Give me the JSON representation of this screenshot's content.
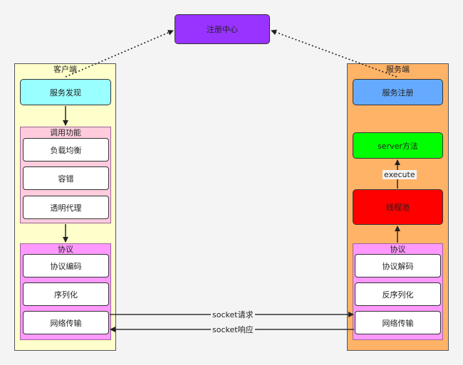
{
  "registry": {
    "label": "注册中心",
    "color": "#9933ff"
  },
  "client": {
    "label": "客户端",
    "discovery": "服务发现",
    "invoke": {
      "label": "调用功能",
      "items": [
        "负载均衡",
        "容错",
        "透明代理"
      ]
    },
    "protocol": {
      "label": "协议",
      "items": [
        "协议编码",
        "序列化",
        "网络传输"
      ]
    },
    "colors": {
      "container": "#ffffcc",
      "discovery": "#99ffff",
      "invoke": "#ffccdd",
      "protocol": "#ff99ff"
    }
  },
  "server": {
    "label": "服务端",
    "registration": "服务注册",
    "method": "server方法",
    "thread_pool": "线程池",
    "execute_label": "execute",
    "protocol": {
      "label": "协议",
      "items": [
        "协议解码",
        "反序列化",
        "网络传输"
      ]
    },
    "colors": {
      "container": "#ffb366",
      "registration": "#66aaff",
      "method": "#00ff00",
      "thread_pool": "#ff0000",
      "protocol": "#ff99ff"
    }
  },
  "edges": {
    "request": "socket请求",
    "response": "socket响应"
  }
}
